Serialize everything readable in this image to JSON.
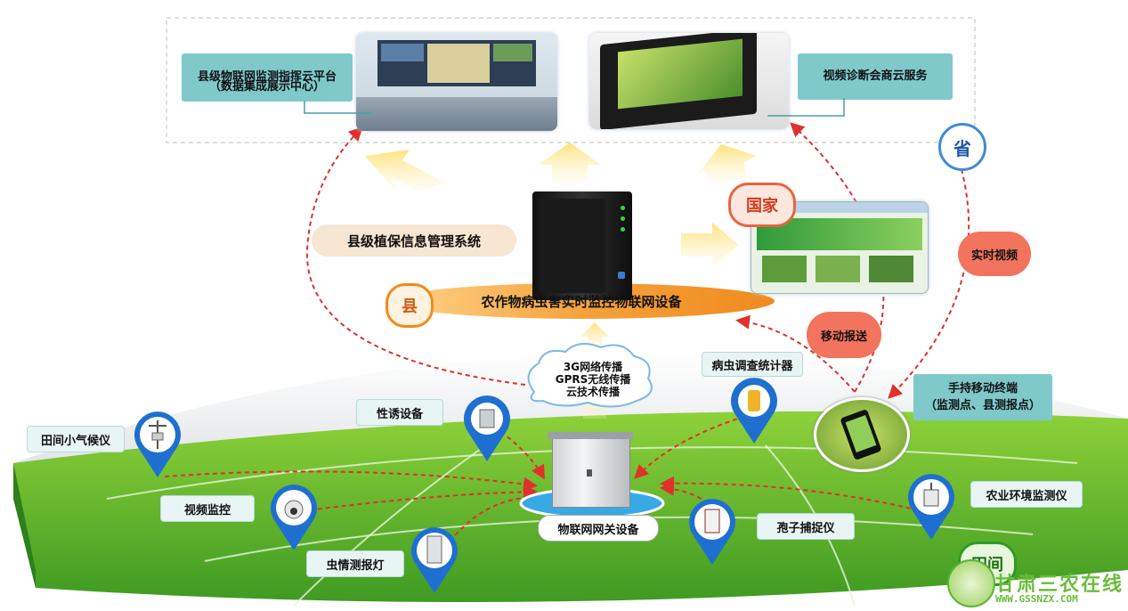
{
  "levels": {
    "province": "省",
    "country": "国家",
    "county": "县",
    "field": "田间"
  },
  "cloud_platform": {
    "line1": "县级物联网监测指挥云平台",
    "line2": "（数据集成展示中心）"
  },
  "video_service": "视频诊断会商云服务",
  "county_system": "县级植保信息管理系统",
  "iot_device": "农作物病虫害实时监控物联网设备",
  "realtime_video": "实时视频",
  "mobile_report": "移动报送",
  "transmission": {
    "line1": "3G网络传播",
    "line2": "GPRS无线传播",
    "line3": "云技术传播"
  },
  "handheld": {
    "line1": "手持移动终端",
    "line2": "（监测点、县测报点）"
  },
  "gateway": "物联网网关设备",
  "devices": {
    "pest_counter": "病虫调查统计器",
    "lure": "性诱设备",
    "weather": "田间小气候仪",
    "video_monitor": "视频监控",
    "pest_lamp": "虫情测报灯",
    "spore_trap": "孢子捕捉仪",
    "env_monitor": "农业环境监测仪"
  },
  "watermark": {
    "name": "甘肃三农在线",
    "url": "WWW.GSSNZX.COM"
  },
  "colors": {
    "teal": "#7fc9cb",
    "orange": "#f08a1e",
    "red": "#ee6a55",
    "blue": "#1f6fd1",
    "green": "#5cb531"
  }
}
